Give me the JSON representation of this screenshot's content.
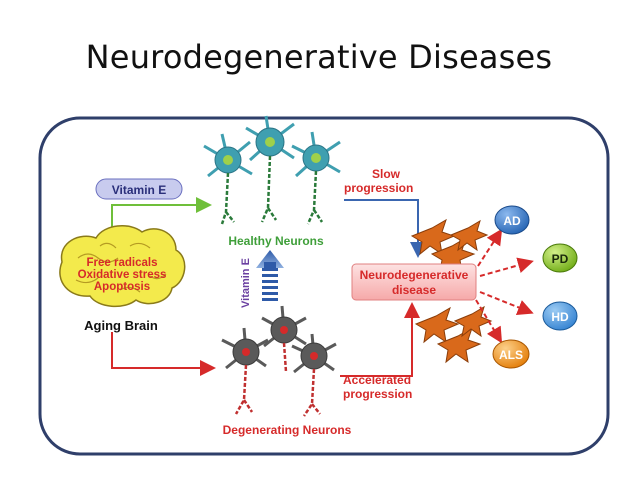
{
  "slide": {
    "title": "Neurodegenerative Diseases"
  },
  "diagram": {
    "vitamin_e_pill": "Vitamin E",
    "vitamin_e_vertical": "Vitamin E",
    "healthy_neurons": "Healthy Neurons",
    "degenerating_neurons": "Degenerating Neurons",
    "aging_brain": "Aging Brain",
    "brain_text": [
      "Free radicals",
      "Oxidative stress",
      "Apoptosis"
    ],
    "slow_progression": [
      "Slow",
      "progression"
    ],
    "accelerated_progression": [
      "Accelerated",
      "progression"
    ],
    "center_box": [
      "Neurodegenerative",
      "disease"
    ],
    "diseases": [
      {
        "label": "AD",
        "color": "#1f5fb0"
      },
      {
        "label": "PD",
        "color": "#7cb518"
      },
      {
        "label": "HD",
        "color": "#2f7fd0"
      },
      {
        "label": "ALS",
        "color": "#f08a16"
      }
    ]
  },
  "colors": {
    "frame": "#2f3f6a",
    "green_arrow": "#6fbf3a",
    "red": "#d62a2a",
    "blue_arrow": "#3a66b0",
    "healthy_neuron": "#3f9fb0",
    "degenerating_neuron": "#5a5a5a",
    "glial": "#d9691b",
    "brain": "#f3ea4c"
  }
}
